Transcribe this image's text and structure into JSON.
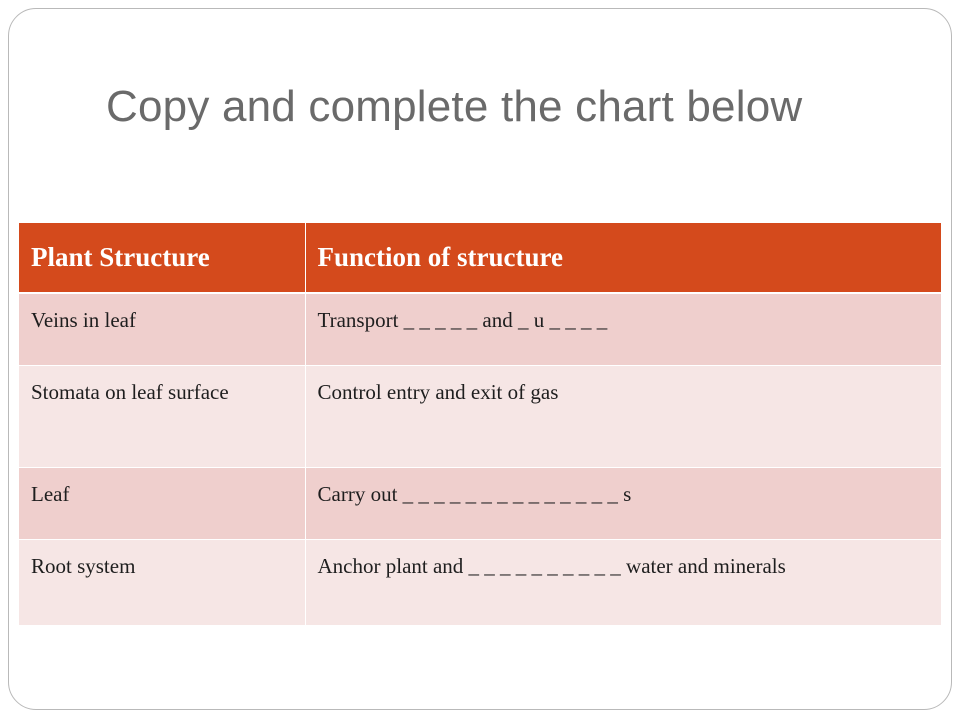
{
  "slide": {
    "title": "Copy and complete the chart below"
  },
  "table": {
    "headers": [
      "Plant Structure",
      "Function of structure"
    ],
    "rows": [
      [
        "Veins in leaf",
        "Transport _ _ _ _ _ and _ u _ _ _ _"
      ],
      [
        "Stomata on leaf surface",
        "Control entry and exit of gas"
      ],
      [
        "Leaf",
        "Carry out _ _ _ _ _ _ _ _ _ _ _ _ _ _ s"
      ],
      [
        "Root system",
        "Anchor plant and _ _ _ _ _ _ _ _ _ _ water and minerals"
      ]
    ]
  },
  "colors": {
    "header_bg": "#d44a1c",
    "row_odd_bg": "#efcfcd",
    "row_even_bg": "#f6e6e5",
    "title_color": "#6a6a6a"
  }
}
